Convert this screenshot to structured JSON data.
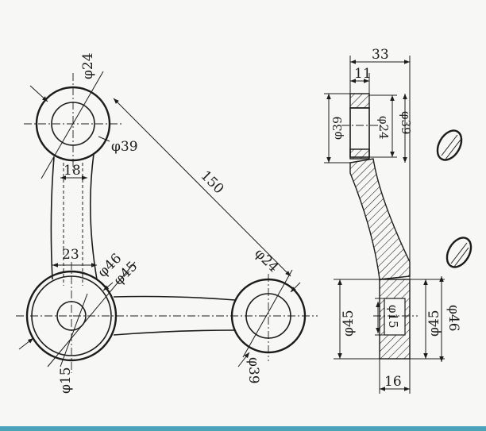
{
  "colors": {
    "line": "#1c1c1c",
    "paper": "#f7f7f5",
    "strip": "#4aa3b8"
  },
  "front_view": {
    "dims": {
      "top_hole_inner": "φ24",
      "top_boss_outer": "φ39",
      "center_distance": "150",
      "top_arm_width": "18",
      "bottom_arm_width": "23",
      "bottom_boss_outer1": "φ46",
      "bottom_boss_outer2": "φ45",
      "bottom_hole": "φ15",
      "right_hole_inner": "φ24",
      "right_boss_outer": "φ39"
    }
  },
  "side_view": {
    "dims": {
      "overall_width": "33",
      "top_thickness": "11",
      "top_left_dia": "φ39",
      "top_inner_dia": "φ24",
      "top_right_dia": "φ39",
      "bottom_left_dia": "φ45",
      "bottom_hole_dia": "φ15",
      "bottom_inner_dia": "φ45",
      "bottom_right_dia": "φ46",
      "bottom_thickness": "16"
    }
  }
}
